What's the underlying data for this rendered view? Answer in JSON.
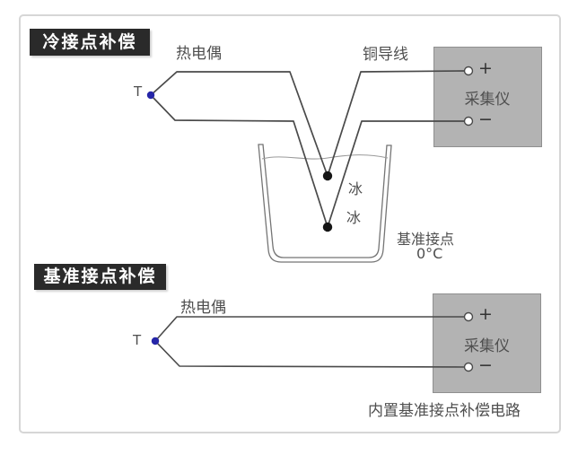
{
  "colors": {
    "card_border": "#d6d6d6",
    "section_title_bg": "#2a2a2a",
    "section_title_text": "#ffffff",
    "instrument_box_fill": "#b3b3b3",
    "instrument_box_border": "#8f8f8f",
    "wire": "#4a4a4a",
    "junction_dot": "#151515",
    "probe_dot": "#2626a8",
    "label_text": "#4f4f4f",
    "beaker_outline": "#757575"
  },
  "cold_junction_section": {
    "title": "冷接点补偿",
    "thermocouple_label": "热电偶",
    "copper_wire_label": "铜导线",
    "probe_label": "T",
    "instrument_name": "采集仪",
    "plus_label": "+",
    "minus_label": "−",
    "ice_labels": [
      "冰",
      "冰"
    ],
    "reference_junction_label": "基准接点",
    "reference_temperature": "0°C"
  },
  "internal_compensation_section": {
    "title": "基准接点补偿",
    "thermocouple_label": "热电偶",
    "probe_label": "T",
    "instrument_name": "采集仪",
    "plus_label": "+",
    "minus_label": "−",
    "caption": "内置基准接点补偿电路"
  }
}
